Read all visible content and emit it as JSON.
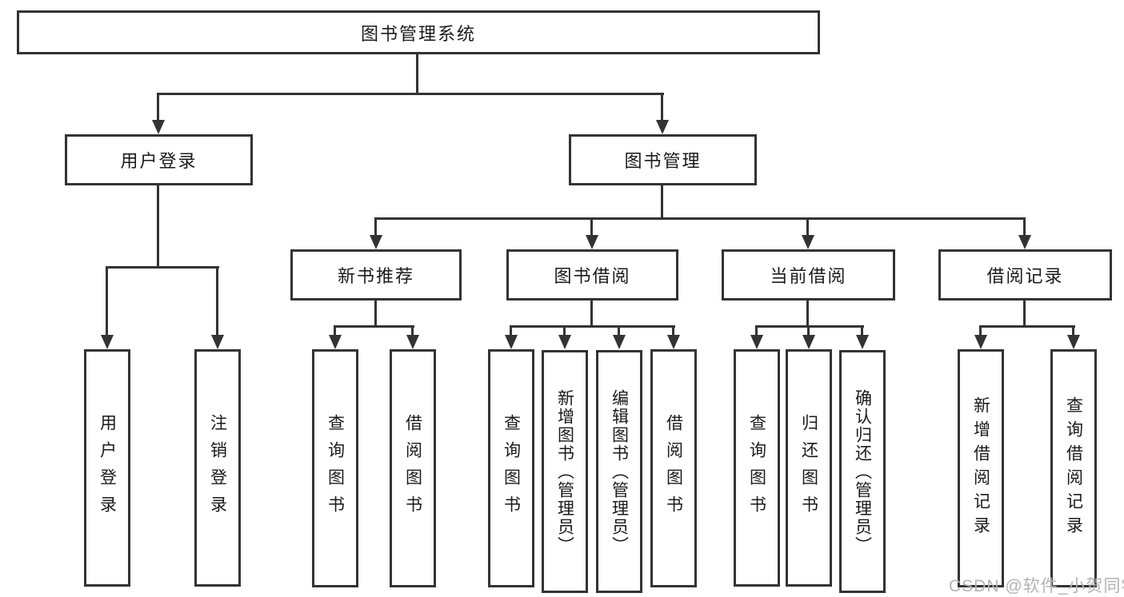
{
  "diagram_title": "图书管理系统",
  "watermark": "CSDN @软件_小贺同学",
  "colors": {
    "line": "#333333",
    "text": "#1a1a1a",
    "watermark": "#b3b3b3",
    "background": "#ffffff"
  },
  "nodes": {
    "root": "图书管理系统",
    "user_login": "用户登录",
    "book_mgmt": "图书管理",
    "new_books": "新书推荐",
    "book_borrow": "图书借阅",
    "current_borrow": "当前借阅",
    "borrow_records": "借阅记录",
    "leaf_user_login": "用户登录",
    "leaf_logout": "注销登录",
    "leaf_nb_query": "查询图书",
    "leaf_nb_borrow": "借阅图书",
    "leaf_bb_query": "查询图书",
    "leaf_bb_add": "新增图书（管理员）",
    "leaf_bb_edit": "编辑图书（管理员）",
    "leaf_bb_borrow": "借阅图书",
    "leaf_cb_query": "查询图书",
    "leaf_cb_return": "归还图书",
    "leaf_cb_confirm": "确认归还（管理员）",
    "leaf_br_add": "新增借阅记录",
    "leaf_br_query": "查询借阅记录"
  },
  "structure": {
    "root": "图书管理系统",
    "children": [
      {
        "label": "用户登录",
        "children": [
          "用户登录",
          "注销登录"
        ]
      },
      {
        "label": "图书管理",
        "children": [
          {
            "label": "新书推荐",
            "children": [
              "查询图书",
              "借阅图书"
            ]
          },
          {
            "label": "图书借阅",
            "children": [
              "查询图书",
              "新增图书（管理员）",
              "编辑图书（管理员）",
              "借阅图书"
            ]
          },
          {
            "label": "当前借阅",
            "children": [
              "查询图书",
              "归还图书",
              "确认归还（管理员）"
            ]
          },
          {
            "label": "借阅记录",
            "children": [
              "新增借阅记录",
              "查询借阅记录"
            ]
          }
        ]
      }
    ]
  }
}
